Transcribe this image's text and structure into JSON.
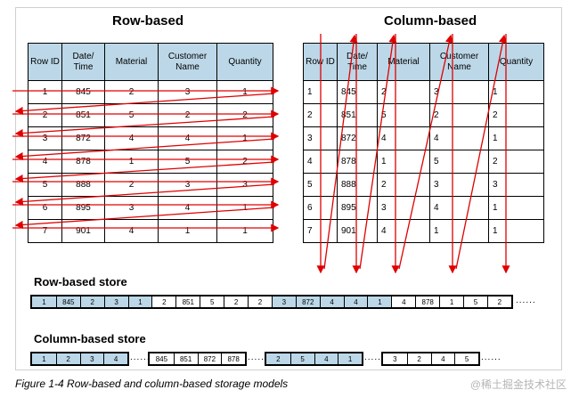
{
  "row_title": "Row-based",
  "col_title": "Column-based",
  "headers": [
    "Row ID",
    "Date/ Time",
    "Material",
    "Customer Name",
    "Quantity"
  ],
  "rows": [
    [
      "1",
      "845",
      "2",
      "3",
      "1"
    ],
    [
      "2",
      "851",
      "5",
      "2",
      "2"
    ],
    [
      "3",
      "872",
      "4",
      "4",
      "1"
    ],
    [
      "4",
      "878",
      "1",
      "5",
      "2"
    ],
    [
      "5",
      "888",
      "2",
      "3",
      "3"
    ],
    [
      "6",
      "895",
      "3",
      "4",
      "1"
    ],
    [
      "7",
      "901",
      "4",
      "1",
      "1"
    ]
  ],
  "row_store": {
    "label": "Row-based store",
    "cells": [
      "1",
      "845",
      "2",
      "3",
      "1",
      "2",
      "851",
      "5",
      "2",
      "2",
      "3",
      "872",
      "4",
      "4",
      "1",
      "4",
      "878",
      "1",
      "5",
      "2"
    ],
    "tinted": [
      true,
      true,
      true,
      true,
      true,
      false,
      false,
      false,
      false,
      false,
      true,
      true,
      true,
      true,
      true,
      false,
      false,
      false,
      false,
      false
    ],
    "ellipsis": "......"
  },
  "col_store": {
    "label": "Column-based store",
    "groups": [
      {
        "cells": [
          "1",
          "2",
          "3",
          "4"
        ],
        "tinted": true
      },
      {
        "cells": [
          "845",
          "851",
          "872",
          "878"
        ],
        "tinted": false
      },
      {
        "cells": [
          "2",
          "5",
          "4",
          "1"
        ],
        "tinted": true
      },
      {
        "cells": [
          "3",
          "2",
          "4",
          "5"
        ],
        "tinted": false
      }
    ],
    "ellipsis": "......"
  },
  "caption": "Figure 1-4   Row-based and column-based storage models",
  "watermark": "@稀土掘金技术社区",
  "colors": {
    "header": "#bcd8e8",
    "arrow": "#e00000"
  }
}
